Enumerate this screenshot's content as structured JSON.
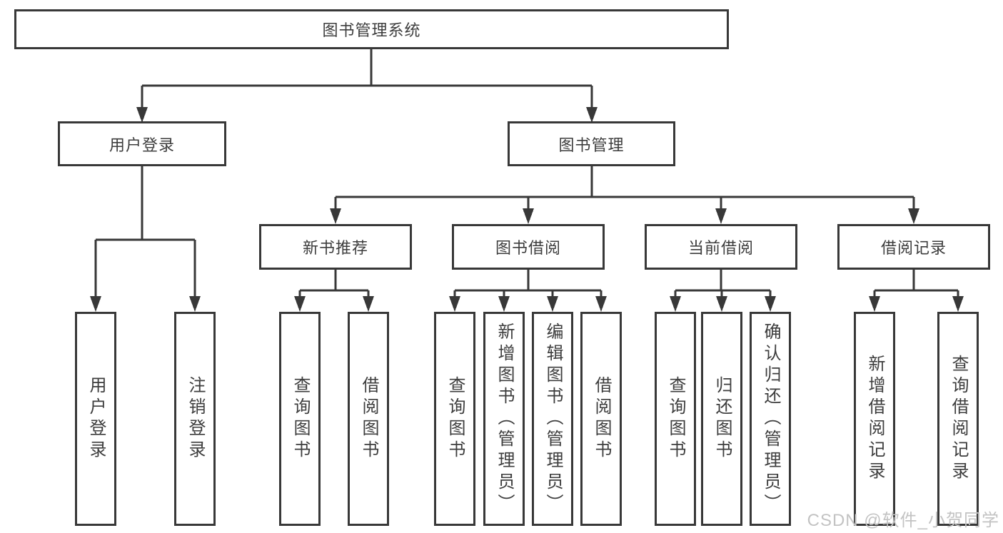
{
  "diagram": {
    "root": "图书管理系统",
    "branches": [
      {
        "label": "用户登录",
        "children": [
          "用户登录",
          "注销登录"
        ]
      },
      {
        "label": "图书管理",
        "children": [
          {
            "label": "新书推荐",
            "children": [
              "查询图书",
              "借阅图书"
            ]
          },
          {
            "label": "图书借阅",
            "children": [
              "查询图书",
              "新增图书（管理员）",
              "编辑图书（管理员）",
              "借阅图书"
            ]
          },
          {
            "label": "当前借阅",
            "children": [
              "查询图书",
              "归还图书",
              "确认归还（管理员）"
            ]
          },
          {
            "label": "借阅记录",
            "children": [
              "新增借阅记录",
              "查询借阅记录"
            ]
          }
        ]
      }
    ]
  },
  "watermark": "CSDN @软件_小贺同学",
  "colors": {
    "line": "#383838",
    "text": "#3d3d3d",
    "watermark": "#c3c3c3",
    "background": "#ffffff"
  }
}
